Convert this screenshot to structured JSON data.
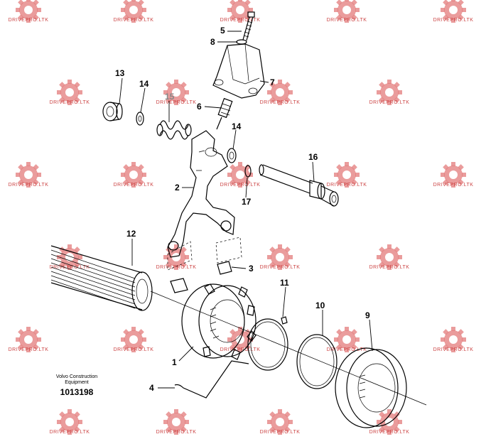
{
  "watermark": {
    "text": "DRIVEPRO.LTK",
    "color": "#e08080"
  },
  "caption": {
    "line1": "Volvo Construction",
    "line2": "Equipment",
    "code": "1013198"
  },
  "callouts": [
    {
      "id": "c1",
      "label": "1"
    },
    {
      "id": "c2",
      "label": "2"
    },
    {
      "id": "c3",
      "label": "3"
    },
    {
      "id": "c4",
      "label": "4"
    },
    {
      "id": "c5",
      "label": "5"
    },
    {
      "id": "c6",
      "label": "6"
    },
    {
      "id": "c7",
      "label": "7"
    },
    {
      "id": "c8",
      "label": "8"
    },
    {
      "id": "c9",
      "label": "9"
    },
    {
      "id": "c10",
      "label": "10"
    },
    {
      "id": "c11",
      "label": "11"
    },
    {
      "id": "c12",
      "label": "12"
    },
    {
      "id": "c13",
      "label": "13"
    },
    {
      "id": "c14a",
      "label": "14"
    },
    {
      "id": "c14b",
      "label": "14"
    },
    {
      "id": "c15",
      "label": "15"
    },
    {
      "id": "c16",
      "label": "16"
    },
    {
      "id": "c17",
      "label": "17"
    }
  ]
}
